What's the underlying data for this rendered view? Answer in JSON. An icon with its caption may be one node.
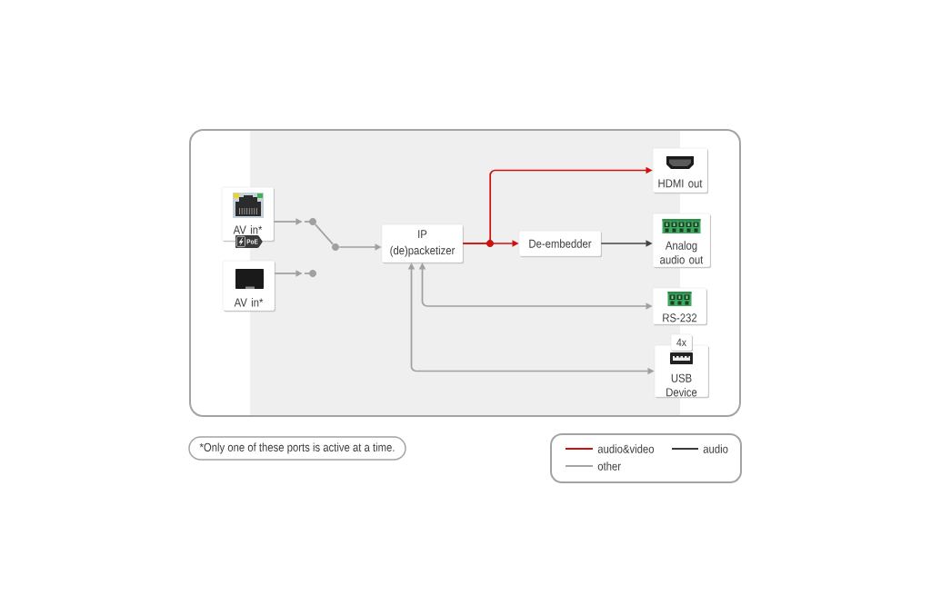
{
  "diagram": {
    "nodes": [
      {
        "text": [
          "AV in*"
        ],
        "beside": [
          "PoE"
        ]
      },
      {
        "text": [
          "AV in*"
        ]
      },
      {
        "text": [],
        "shape": "circle"
      },
      {
        "text": [],
        "shape": "circle"
      },
      {
        "text": [],
        "shape": "circle"
      },
      {
        "text": [
          "IP (de)packetizer"
        ]
      },
      {
        "text": [
          "HDMI out"
        ]
      },
      {
        "text": [
          "De-embedder"
        ]
      },
      {
        "text": [
          "Analog audio out"
        ]
      },
      {
        "text": [
          "RS-232"
        ]
      },
      {
        "text": [
          "USB Device"
        ],
        "beside": [
          "4x"
        ]
      }
    ],
    "edges": [
      {
        "from": 0,
        "to": 2,
        "arrow": "to"
      },
      {
        "from": 1,
        "to": 3,
        "arrow": "to"
      },
      {
        "from": 2,
        "to": 4,
        "arrow": "none"
      },
      {
        "from": 4,
        "to": 5,
        "arrow": "to"
      },
      {
        "from": 5,
        "to": 6,
        "arrow": "to",
        "color": "#cc1111"
      },
      {
        "from": 5,
        "to": 7,
        "arrow": "to",
        "color": "#cc1111"
      },
      {
        "from": 7,
        "to": 8,
        "arrow": "to",
        "color": "#444444"
      },
      {
        "from": 5,
        "to": 9,
        "arrow": "both"
      },
      {
        "from": 5,
        "to": 10,
        "arrow": "both"
      }
    ],
    "labels": [
      "*Only one of these ports is active at a time."
    ],
    "legend": [
      {
        "text": "audio&video"
      },
      {
        "text": "audio"
      },
      {
        "text": "other"
      }
    ]
  }
}
